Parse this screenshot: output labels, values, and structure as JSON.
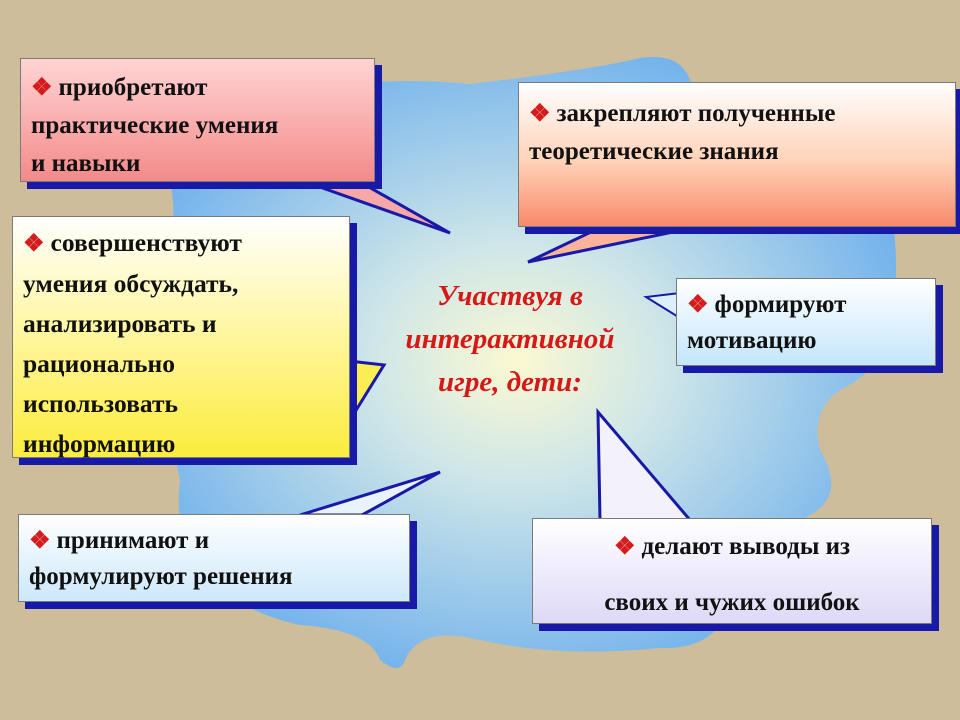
{
  "center_text": {
    "line1": "Участвуя в",
    "line2": "интерактивной",
    "line3": "игре, дети:"
  },
  "bullet_symbol": "❖",
  "callouts": [
    {
      "id": "b1",
      "lines": [
        "приобретают",
        "практические умения",
        "и навыки"
      ]
    },
    {
      "id": "b2",
      "lines": [
        "закрепляют полученные",
        "теоретические знания"
      ]
    },
    {
      "id": "b3",
      "lines": [
        "совершенствуют",
        "умения обсуждать,",
        "анализировать и",
        "рационально",
        "использовать",
        "информацию"
      ]
    },
    {
      "id": "b4",
      "lines": [
        "формируют",
        "мотивацию"
      ]
    },
    {
      "id": "b5",
      "lines": [
        "принимают и",
        "формулируют решения"
      ]
    },
    {
      "id": "b6",
      "lines": [
        "делают выводы из",
        "своих и чужих ошибок"
      ]
    }
  ],
  "colors": {
    "background": "#cdbd9b",
    "blob": "#8ec3ef",
    "shadow": "#1919a8",
    "center_text": "#d51818",
    "bullet": "#d41c1c"
  }
}
